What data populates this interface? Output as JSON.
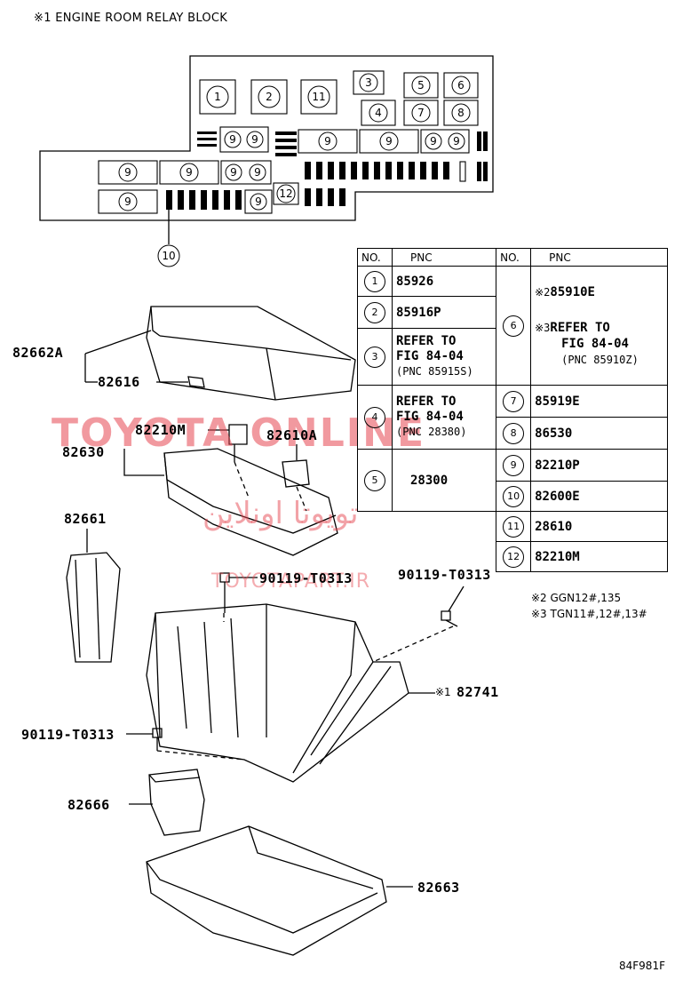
{
  "header": "※1 ENGINE ROOM RELAY BLOCK",
  "figure_code": "84F981F",
  "watermark": {
    "line1": "TOYOTA ONLINE",
    "line2": "تویوتا اونلاین",
    "line3": "TOYOTAPART.IR"
  },
  "relay_block": {
    "labels": [
      "1",
      "2",
      "11",
      "3",
      "5",
      "6",
      "4",
      "7",
      "8",
      "9",
      "12",
      "10"
    ]
  },
  "parts": {
    "p82662A": "82662A",
    "p82616": "82616",
    "p82210M": "82210M",
    "p82630": "82630",
    "p82610A": "82610A",
    "p82661": "82661",
    "p90119a": "90119-T0313",
    "p90119b": "90119-T0313",
    "p90119c": "90119-T0313",
    "p82741_mark": "※1",
    "p82741": "82741",
    "p82666": "82666",
    "p82663": "82663"
  },
  "notes": {
    "n2": "※2 GGN12#,135",
    "n3": "※3 TGN11#,12#,13#"
  },
  "table": {
    "h_no": "NO.",
    "h_pnc": "PNC",
    "left": [
      {
        "no": "1",
        "pnc": "85926"
      },
      {
        "no": "2",
        "pnc": "85916P"
      },
      {
        "no": "3",
        "pnc_l1": "REFER TO",
        "pnc_l2": "FIG 84-04",
        "pnc_l3": "(PNC 85915S)"
      },
      {
        "no": "4",
        "pnc_l1": "REFER TO",
        "pnc_l2": "FIG 84-04",
        "pnc_l3": "(PNC 28380)"
      },
      {
        "no": "5",
        "pnc": "28300"
      }
    ],
    "right": [
      {
        "no": "6",
        "pnc_a_mark": "※2",
        "pnc_a": "85910E",
        "pnc_b_mark": "※3",
        "pnc_b_l1": "REFER TO",
        "pnc_b_l2": "FIG 84-04",
        "pnc_b_l3": "(PNC 85910Z)"
      },
      {
        "no": "7",
        "pnc": "85919E"
      },
      {
        "no": "8",
        "pnc": "86530"
      },
      {
        "no": "9",
        "pnc": "82210P"
      },
      {
        "no": "10",
        "pnc": "82600E"
      },
      {
        "no": "11",
        "pnc": "28610"
      },
      {
        "no": "12",
        "pnc": "82210M"
      }
    ]
  }
}
